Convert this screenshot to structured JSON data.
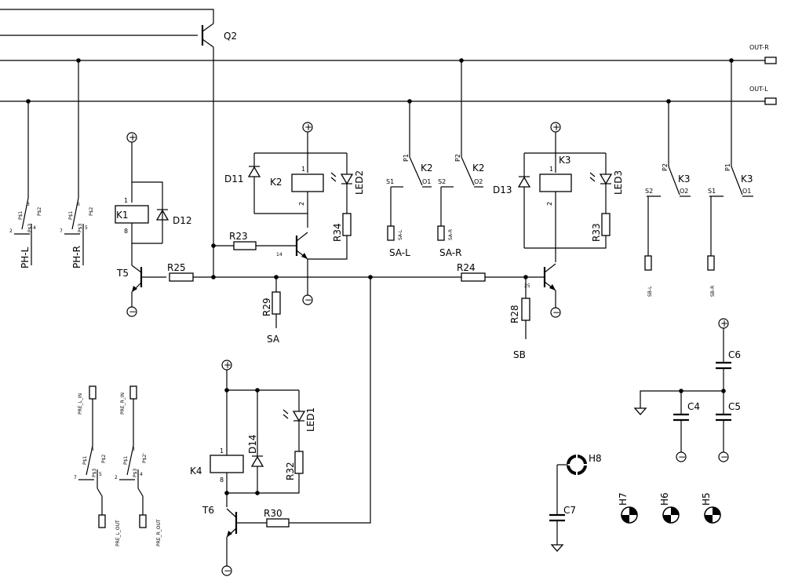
{
  "labels": {
    "q2": "Q2",
    "out_r": "OUT-R",
    "out_l": "OUT-L",
    "ph_l": "PH-L",
    "ph_r": "PH-R",
    "k1": "K1",
    "d12": "D12",
    "t5": "T5",
    "r25": "R25",
    "r23": "R23",
    "d11": "D11",
    "k2": "K2",
    "led2": "LED2",
    "r34": "R34",
    "r29": "R29",
    "sa": "SA",
    "k2_p1": "K2",
    "k2_p2": "K2",
    "sa_l": "SA-L",
    "sa_r": "SA-R",
    "r24": "R24",
    "d13": "D13",
    "k3": "K3",
    "led3": "LED3",
    "r33": "R33",
    "r28": "R28",
    "sb": "SB",
    "k3_p2": "K3",
    "k3_p1": "K3",
    "sb_l": "SB-L",
    "sb_r": "SB-R",
    "c6": "C6",
    "c4": "C4",
    "c5": "C5",
    "pre_l_in": "PRE_L_IN",
    "pre_r_in": "PRE_R_IN",
    "pre_l_out": "PRE_L_OUT",
    "pre_r_out": "PRE_R_OUT",
    "k4": "K4",
    "d14": "D14",
    "led1": "LED1",
    "r32": "R32",
    "t6": "T6",
    "r30": "R30",
    "h8": "H8",
    "c7": "C7",
    "h7": "H7",
    "h6": "H6",
    "h5": "H5"
  },
  "pins": {
    "p1": "P1",
    "p2": "P2",
    "s1": "S1",
    "s2": "S2",
    "o1": "O1",
    "o2": "O2",
    "ps1": "P$1",
    "ps2": "P$2",
    "ps3": "P$3",
    "ps2b": "P$2'",
    "n1": "1",
    "n2": "2",
    "n3": "3",
    "n4": "4",
    "n5": "5",
    "n6": "6",
    "n7": "7",
    "n8": "8",
    "n14": "14",
    "n25": "25",
    "plus": "+",
    "minus": "−"
  }
}
